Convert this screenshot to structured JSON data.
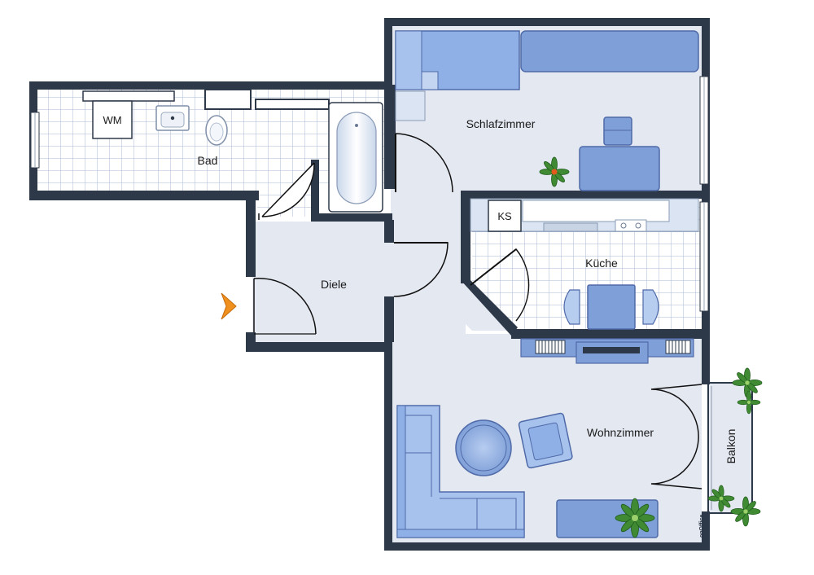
{
  "rooms": {
    "schlafzimmer": "Schlafzimmer",
    "bad": "Bad",
    "kueche": "Küche",
    "diele": "Diele",
    "wohnzimmer": "Wohnzimmer",
    "balkon": "Balkon"
  },
  "appliances": {
    "wm": "WM",
    "ks": "KS"
  },
  "brand": "onOffice",
  "icons": {
    "entrance": "entrance-arrow-icon",
    "plant": "plant-icon",
    "brand": "onoffice-logo-icon"
  },
  "colors": {
    "wall": "#2d3848",
    "floor": "#e4e8f1",
    "tile_line": "#a9b9d4",
    "furniture": "#7f9fd8",
    "furniture_dark": "#4f6aa8",
    "entrance_arrow": "#f0901e",
    "plant": "#3f8a33"
  }
}
